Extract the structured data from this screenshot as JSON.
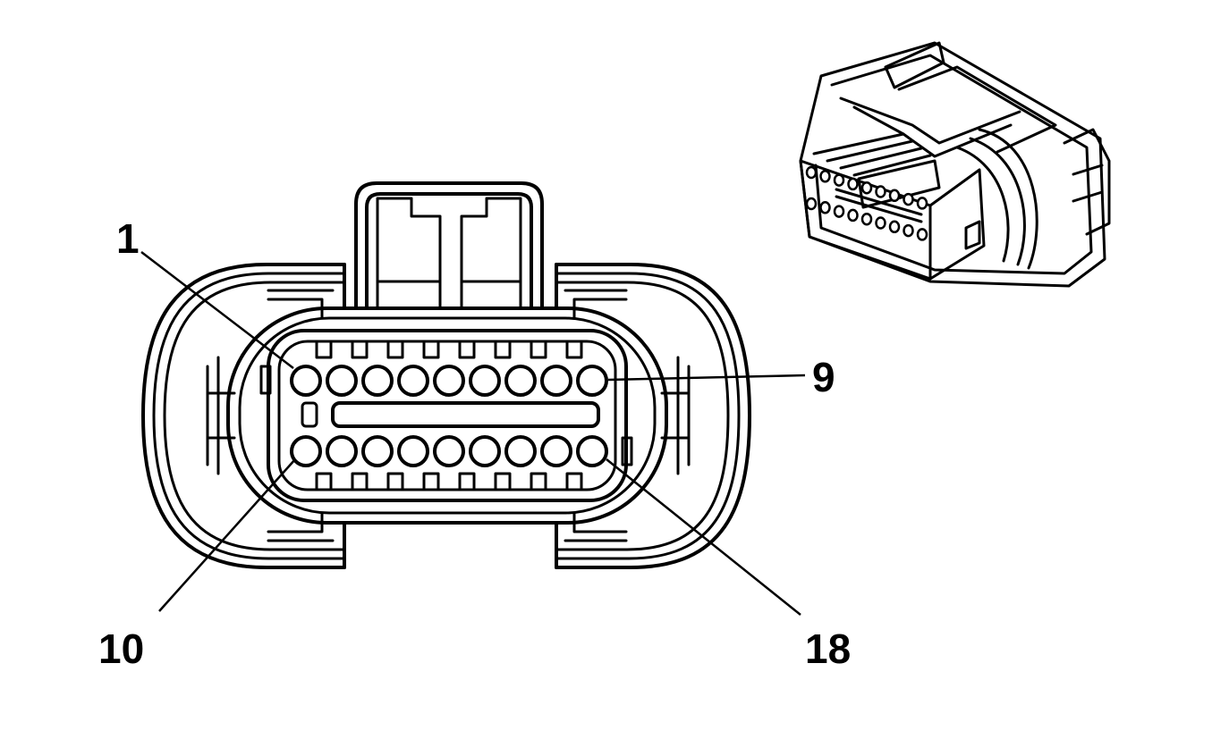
{
  "pin_labels": {
    "first_top": "1",
    "last_top": "9",
    "first_bottom": "10",
    "last_bottom": "18"
  },
  "connector": {
    "pins_per_row": 9,
    "rows": 2
  }
}
